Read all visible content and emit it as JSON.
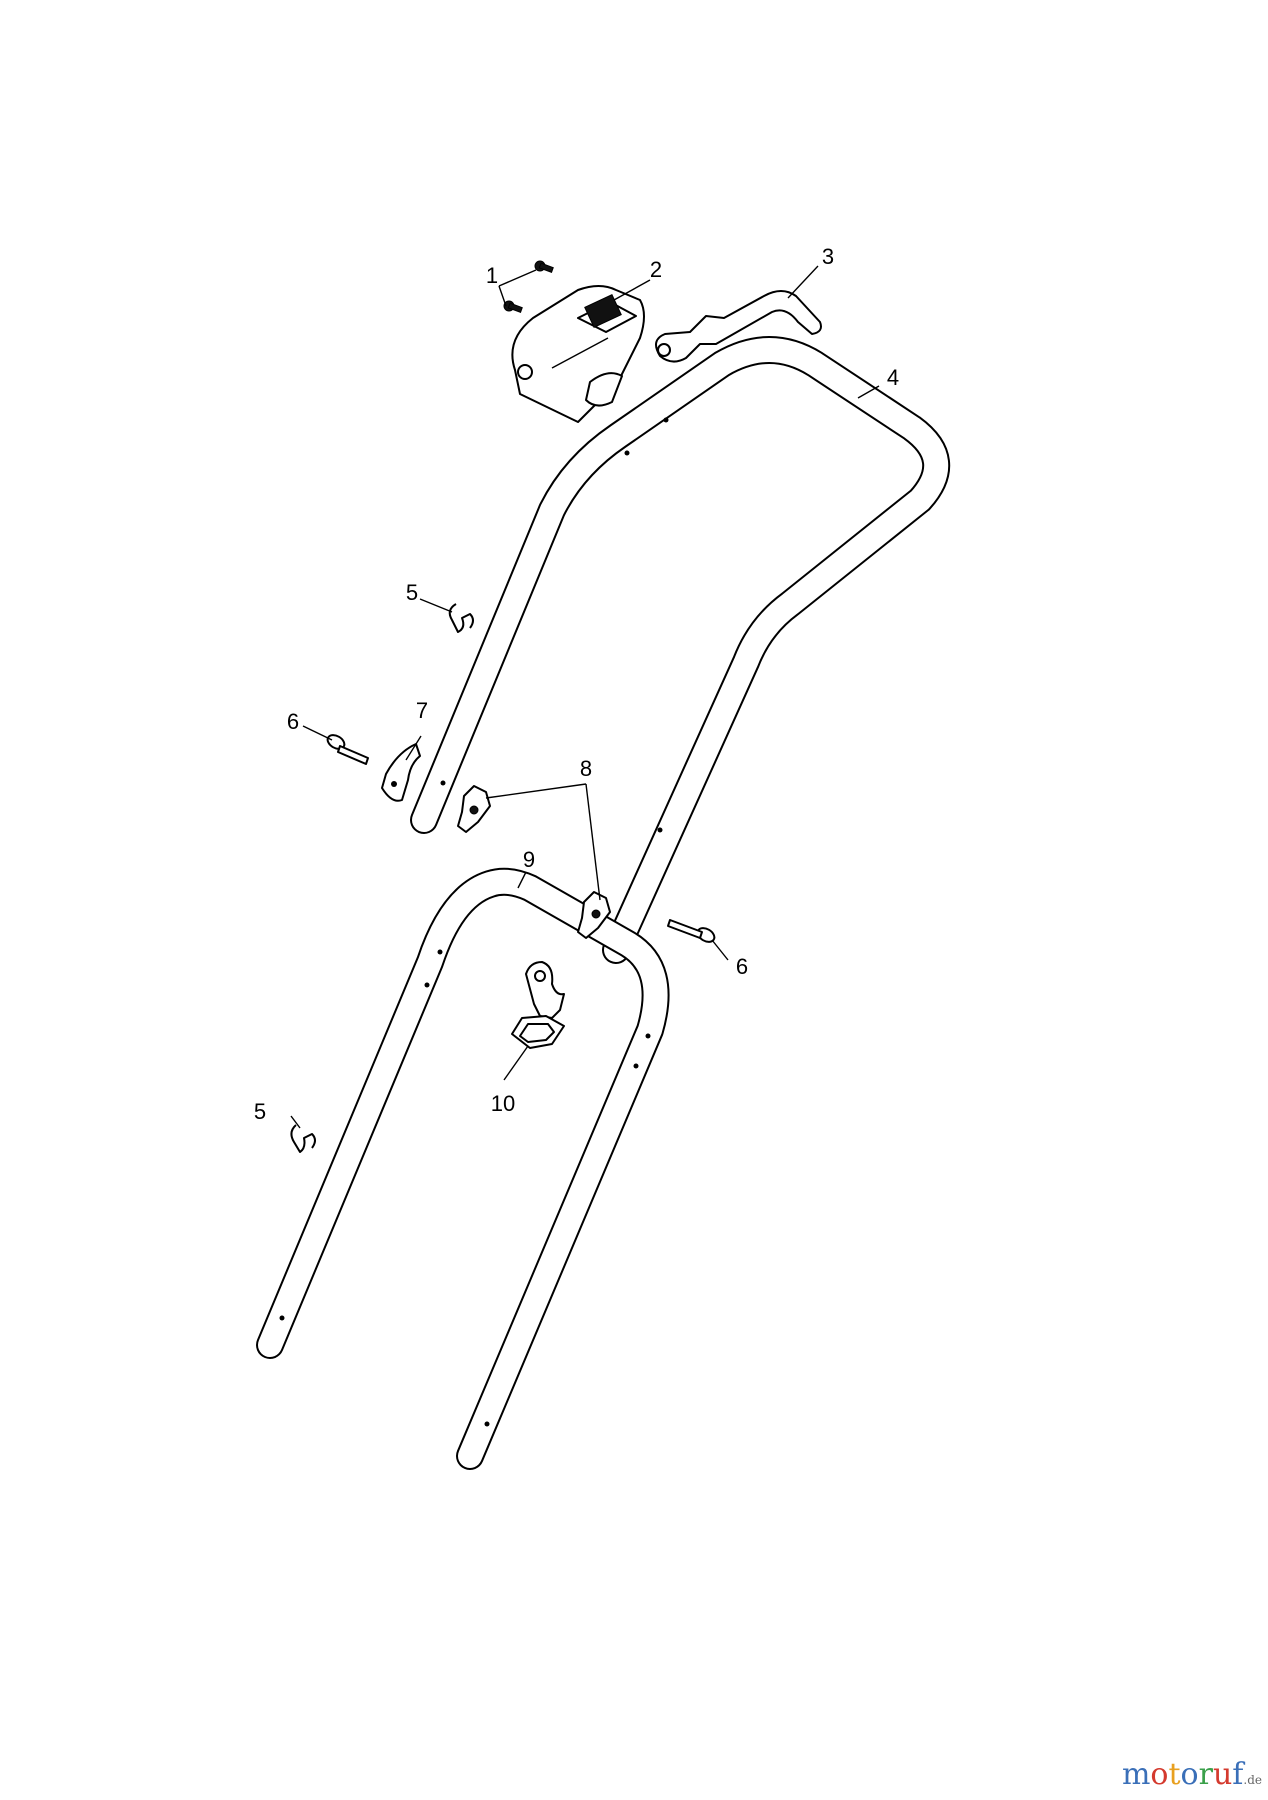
{
  "callouts": [
    "1",
    "2",
    "3",
    "4",
    "5",
    "6",
    "7",
    "8",
    "9",
    "10"
  ],
  "watermark": {
    "parts": [
      {
        "text": "m",
        "color": "#3a6fb8"
      },
      {
        "text": "o",
        "color": "#d43a2e"
      },
      {
        "text": "t",
        "color": "#e8a020"
      },
      {
        "text": "o",
        "color": "#3a6fb8"
      },
      {
        "text": "r",
        "color": "#3aa04a"
      },
      {
        "text": "u",
        "color": "#d43a2e"
      },
      {
        "text": "f",
        "color": "#3a6fb8"
      }
    ],
    "suffix": ".de"
  }
}
